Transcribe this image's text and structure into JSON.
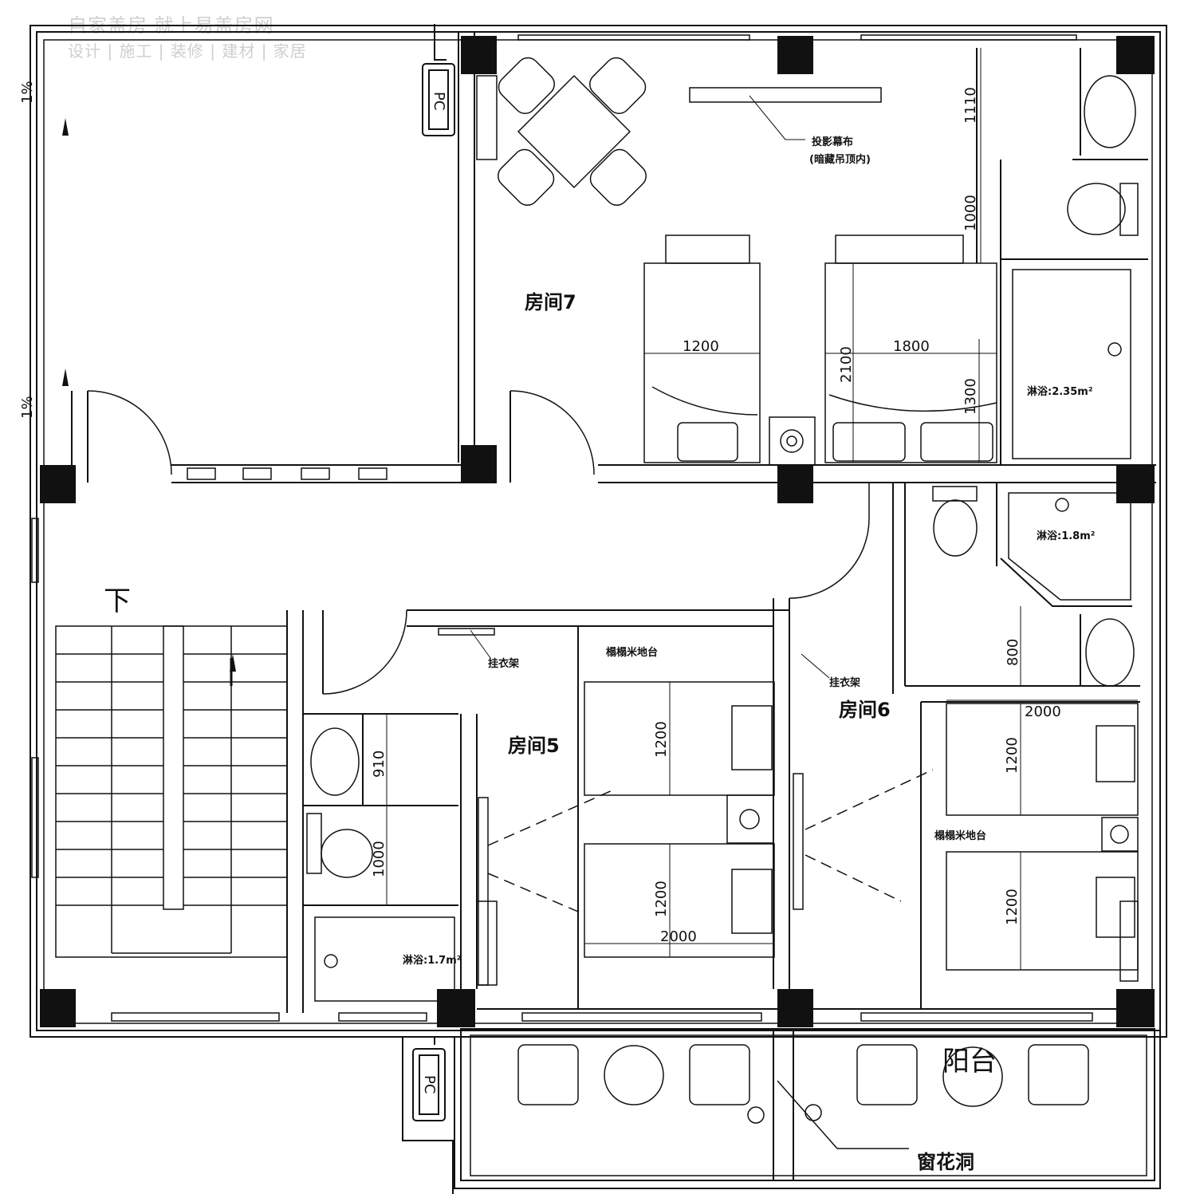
{
  "watermark": {
    "title": "自家盖房 就上易盖房网",
    "subtitle": "设计 | 施工 | 装修 | 建材 | 家居"
  },
  "rooms": {
    "room7": "房间7",
    "room5": "房间5",
    "room6": "房间6",
    "balcony": "阳台"
  },
  "labels": {
    "stairs_down": "下",
    "pc_top": "PC",
    "pc_bottom": "PC",
    "projection_screen_1": "投影幕布",
    "projection_screen_2": "(暗藏吊顶内)",
    "hanger_5": "挂衣架",
    "hanger_6": "挂衣架",
    "tatami_5": "榻榻米地台",
    "tatami_6": "榻榻米地台",
    "shower_top": "淋浴:2.35m²",
    "shower_mid": "淋浴:1.8m²",
    "shower_bottom": "淋浴:1.7m²",
    "window_flower": "窗花洞",
    "slope_top": "1%",
    "slope_left": "1%"
  },
  "dimensions": {
    "bed_1200": "1200",
    "bed_1800": "1800",
    "bed_2100": "2100",
    "d_1300": "1300",
    "d_1110": "1110",
    "d_1000_top": "1000",
    "d_800": "800",
    "d_910": "910",
    "d_1000_left": "1000",
    "r5_1200_a": "1200",
    "r5_1200_b": "1200",
    "r5_2000": "2000",
    "r6_2000": "2000",
    "r6_1200_a": "1200",
    "r6_1200_b": "1200"
  }
}
